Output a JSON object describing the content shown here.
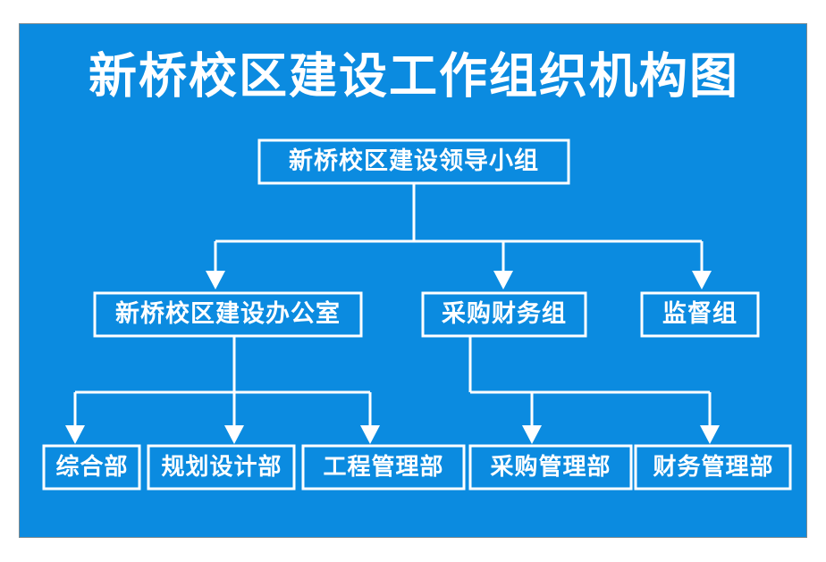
{
  "poster": {
    "title": "新桥校区建设工作组织机构图",
    "background_color": "#0b8be0",
    "line_color": "#ffffff",
    "border_color": "#7b8a91",
    "page_background": "#ffffff"
  },
  "chart_data": {
    "type": "diagram",
    "title": "新桥校区建设工作组织机构图",
    "diagram_kind": "organization-chart",
    "orientation": "top-down",
    "levels": [
      {
        "level": 1,
        "nodes": [
          {
            "id": "leading-group",
            "label": "新桥校区建设领导小组"
          }
        ]
      },
      {
        "level": 2,
        "nodes": [
          {
            "id": "construction-office",
            "label": "新桥校区建设办公室",
            "parent": "leading-group"
          },
          {
            "id": "procurement-finance-group",
            "label": "采购财务组",
            "parent": "leading-group"
          },
          {
            "id": "supervision-group",
            "label": "监督组",
            "parent": "leading-group"
          }
        ]
      },
      {
        "level": 3,
        "nodes": [
          {
            "id": "general-department",
            "label": "综合部",
            "parent": "construction-office"
          },
          {
            "id": "planning-design-department",
            "label": "规划设计部",
            "parent": "construction-office"
          },
          {
            "id": "engineering-management-department",
            "label": "工程管理部",
            "parent": "construction-office"
          },
          {
            "id": "procurement-management-department",
            "label": "采购管理部",
            "parent": "procurement-finance-group"
          },
          {
            "id": "finance-management-department",
            "label": "财务管理部",
            "parent": "procurement-finance-group"
          }
        ]
      }
    ],
    "edges": [
      {
        "from": "leading-group",
        "to": "construction-office"
      },
      {
        "from": "leading-group",
        "to": "procurement-finance-group"
      },
      {
        "from": "leading-group",
        "to": "supervision-group"
      },
      {
        "from": "construction-office",
        "to": "general-department"
      },
      {
        "from": "construction-office",
        "to": "planning-design-department"
      },
      {
        "from": "construction-office",
        "to": "engineering-management-department"
      },
      {
        "from": "procurement-finance-group",
        "to": "procurement-management-department"
      },
      {
        "from": "procurement-finance-group",
        "to": "finance-management-department"
      }
    ]
  }
}
